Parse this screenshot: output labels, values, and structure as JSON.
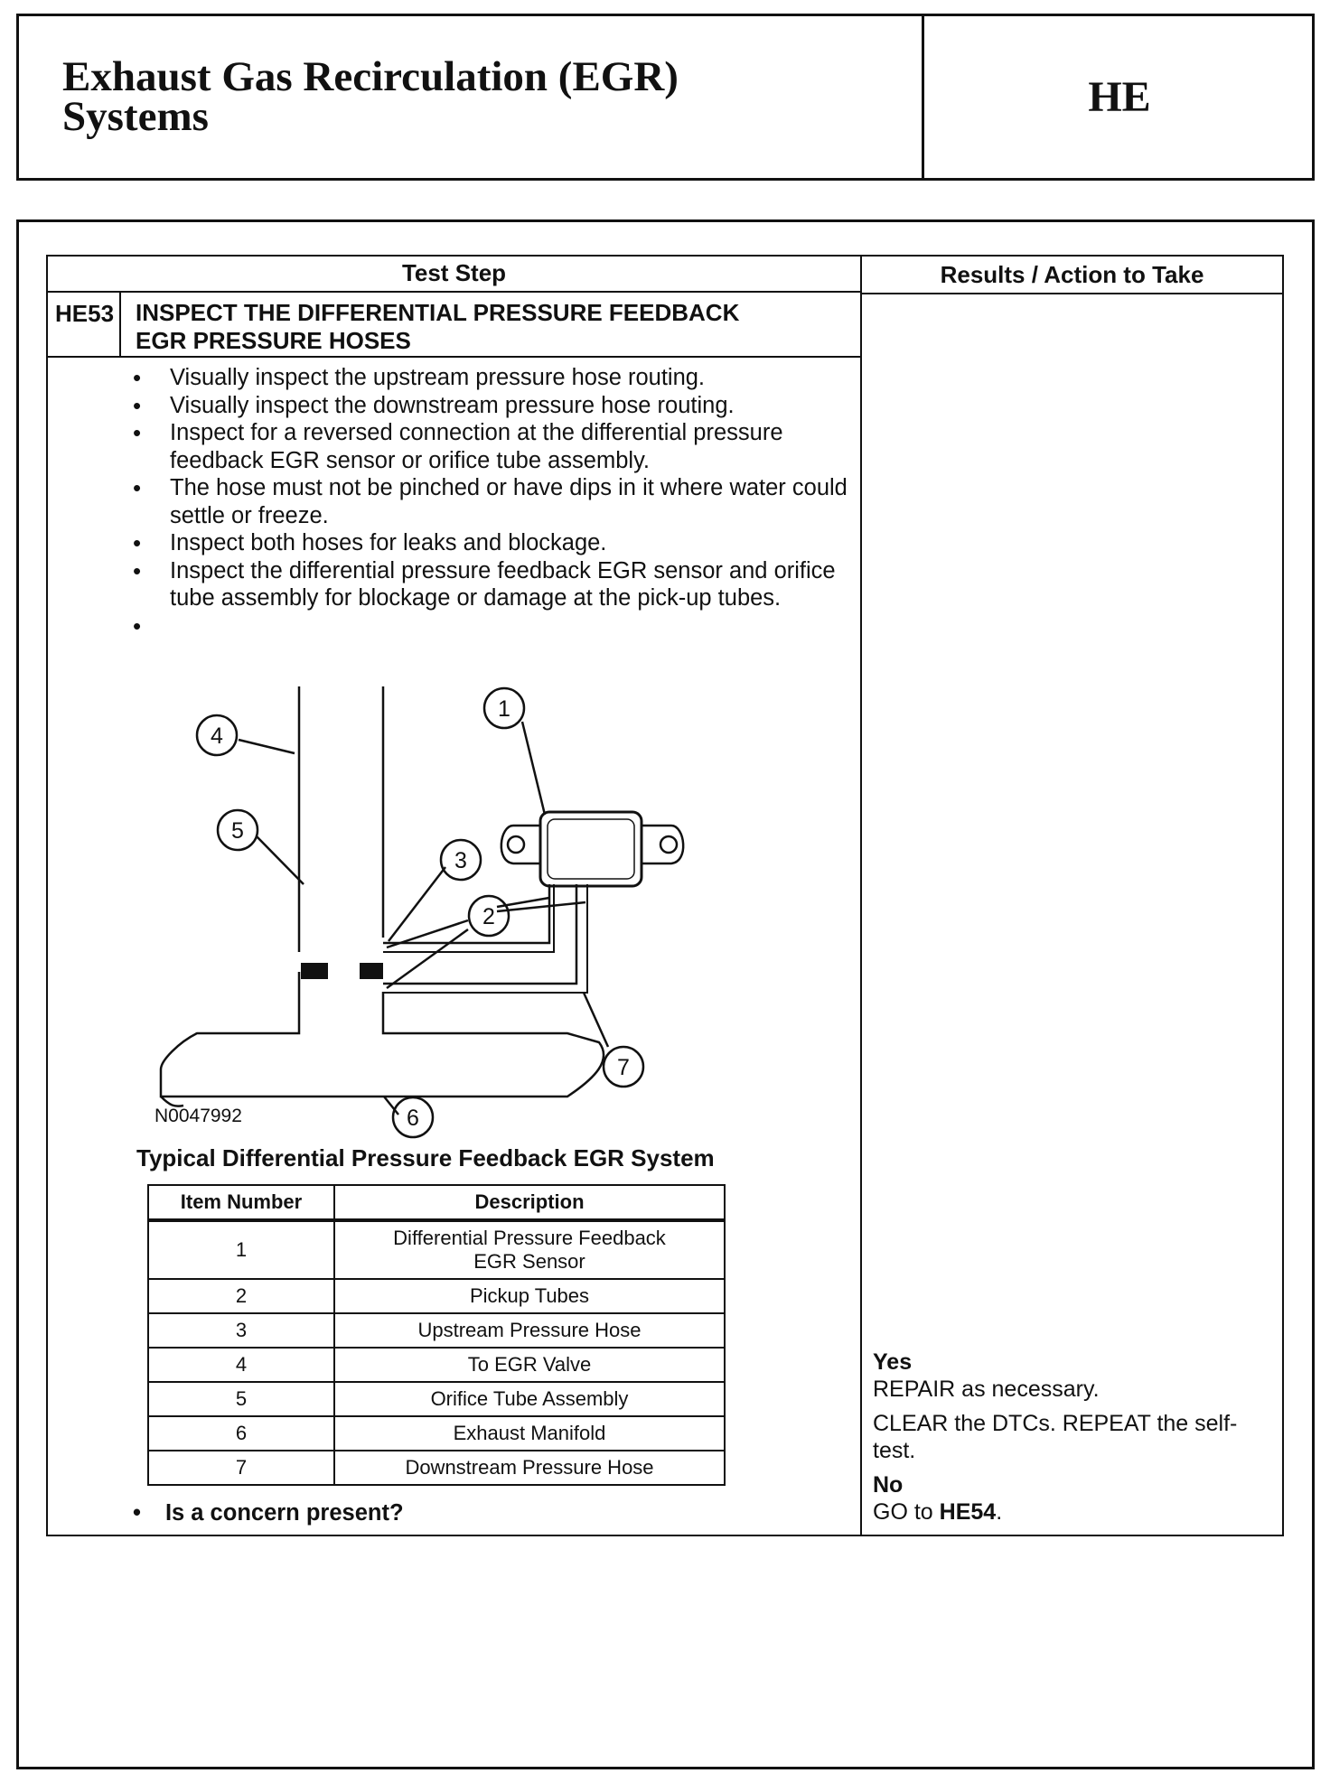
{
  "header": {
    "title_line1": "Exhaust Gas Recirculation (EGR)",
    "title_line2": "Systems",
    "section_code": "HE"
  },
  "table": {
    "col_test_step": "Test Step",
    "col_results": "Results / Action to Take"
  },
  "step": {
    "id": "HE53",
    "title_line1": "INSPECT THE DIFFERENTIAL PRESSURE FEEDBACK",
    "title_line2": "EGR PRESSURE HOSES",
    "bullets": [
      "Visually inspect the upstream pressure hose routing.",
      "Visually inspect the downstream pressure hose routing.",
      "Inspect for a reversed connection at the differential pressure feedback EGR sensor or orifice tube assembly.",
      "The hose must not be pinched or have dips in it where water could settle or freeze.",
      "Inspect both hoses for leaks and blockage.",
      "Inspect the differential pressure feedback EGR sensor and orifice tube assembly for blockage or damage at the pick-up tubes."
    ],
    "figure": {
      "code": "N0047992",
      "caption": "Typical Differential Pressure Feedback EGR System",
      "callouts": [
        "1",
        "2",
        "3",
        "4",
        "5",
        "6",
        "7"
      ]
    },
    "legend": {
      "col_item": "Item Number",
      "col_desc": "Description",
      "rows": [
        {
          "num": "1",
          "desc_line1": "Differential Pressure Feedback",
          "desc_line2": "EGR Sensor"
        },
        {
          "num": "2",
          "desc": "Pickup Tubes"
        },
        {
          "num": "3",
          "desc": "Upstream Pressure Hose"
        },
        {
          "num": "4",
          "desc": "To EGR Valve"
        },
        {
          "num": "5",
          "desc": "Orifice Tube Assembly"
        },
        {
          "num": "6",
          "desc": "Exhaust Manifold"
        },
        {
          "num": "7",
          "desc": "Downstream Pressure Hose"
        }
      ]
    },
    "question": "Is a concern present?"
  },
  "results": {
    "yes_label": "Yes",
    "yes_line1": "REPAIR as necessary.",
    "yes_line2": "CLEAR the DTCs. REPEAT the self-test.",
    "no_label": "No",
    "no_prefix": "GO to ",
    "no_target": "HE54",
    "no_suffix": "."
  }
}
